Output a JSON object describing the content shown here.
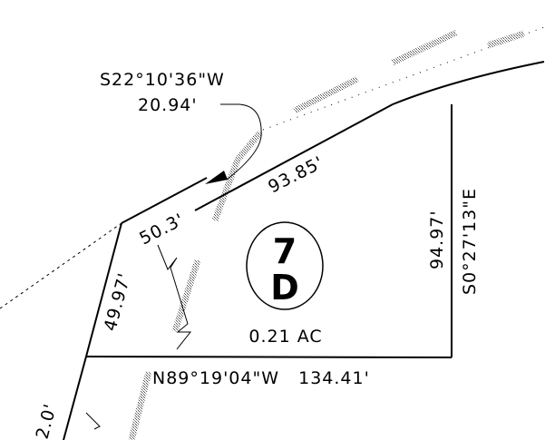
{
  "lot": {
    "number": "7",
    "letter": "D",
    "area": "0.21 AC"
  },
  "callouts": {
    "leader_bearing": "S22°10'36\"W",
    "leader_distance": "20.94'",
    "top_arc_distance": "93.85'",
    "top_left_distance": "50.3'",
    "left_distance": "49.97'",
    "right_distance": "94.97'",
    "right_bearing": "S0°27'13\"E",
    "bottom_call": "N89°19'04\"W   134.41'",
    "lower_left_partial": "2.0'"
  },
  "colors": {
    "line": "#000000",
    "hatch": "#808080",
    "background": "#ffffff"
  }
}
